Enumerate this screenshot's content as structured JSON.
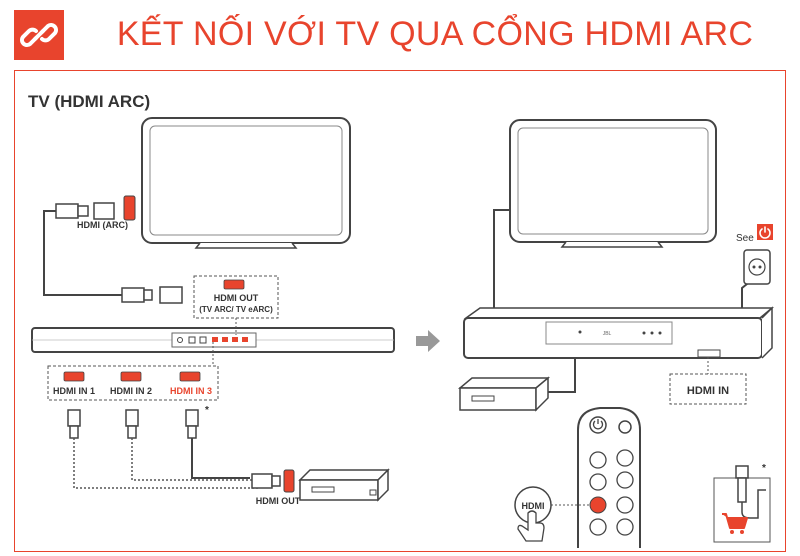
{
  "header": {
    "title": "KẾT NỐI VỚI TV QUA CỔNG HDMI ARC",
    "icon": "link-icon",
    "accent_color": "#e8442d"
  },
  "section": {
    "title": "TV (HDMI ARC)"
  },
  "labels": {
    "hdmi_arc": "HDMI (ARC)",
    "hdmi_out_line1": "HDMI OUT",
    "hdmi_out_line2": "(TV ARC/ TV eARC)",
    "hdmi_in_1": "HDMI IN 1",
    "hdmi_in_2": "HDMI IN 2",
    "hdmi_in_3": "HDMI IN 3",
    "asterisk": "*",
    "hdmi_out_device": "HDMI OUT",
    "see": "See",
    "hdmi_in": "HDMI IN",
    "remote_hdmi": "HDMI",
    "soundbar_logo": "JBL"
  }
}
